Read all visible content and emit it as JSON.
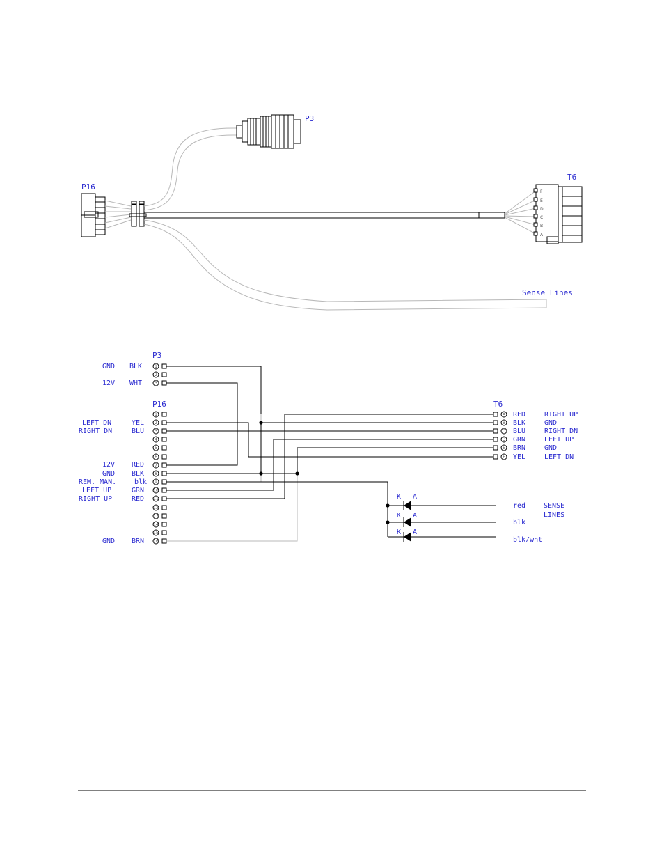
{
  "harness": {
    "connectors": {
      "p3": "P3",
      "p16": "P16",
      "t6": "T6"
    },
    "t6_pin_letters": [
      "F",
      "E",
      "D",
      "C",
      "B",
      "A"
    ],
    "sense_label": "Sense Lines"
  },
  "schematic": {
    "p3": {
      "label": "P3",
      "pins": [
        {
          "num": "1",
          "func": "GND",
          "color": "BLK"
        },
        {
          "num": "2",
          "func": "",
          "color": ""
        },
        {
          "num": "3",
          "func": "12V",
          "color": "WHT"
        }
      ]
    },
    "p16": {
      "label": "P16",
      "pins": [
        {
          "num": "1",
          "func": "",
          "color": ""
        },
        {
          "num": "2",
          "func": "LEFT DN",
          "color": "YEL"
        },
        {
          "num": "3",
          "func": "RIGHT DN",
          "color": "BLU"
        },
        {
          "num": "4",
          "func": "",
          "color": ""
        },
        {
          "num": "5",
          "func": "",
          "color": ""
        },
        {
          "num": "6",
          "func": "",
          "color": ""
        },
        {
          "num": "7",
          "func": "12V",
          "color": "RED"
        },
        {
          "num": "8",
          "func": "GND",
          "color": "BLK"
        },
        {
          "num": "9",
          "func": "REM. MAN.",
          "color": "blk"
        },
        {
          "num": "10",
          "func": "LEFT UP",
          "color": "GRN"
        },
        {
          "num": "11",
          "func": "RIGHT UP",
          "color": "RED"
        },
        {
          "num": "12",
          "func": "",
          "color": ""
        },
        {
          "num": "13",
          "func": "",
          "color": ""
        },
        {
          "num": "14",
          "func": "",
          "color": ""
        },
        {
          "num": "15",
          "func": "",
          "color": ""
        },
        {
          "num": "16",
          "func": "GND",
          "color": "BRN"
        }
      ]
    },
    "t6": {
      "label": "T6",
      "pins": [
        {
          "letter": "A",
          "color": "RED",
          "func": "RIGHT UP"
        },
        {
          "letter": "B",
          "color": "BLK",
          "func": "GND"
        },
        {
          "letter": "C",
          "color": "BLU",
          "func": "RIGHT DN"
        },
        {
          "letter": "D",
          "color": "GRN",
          "func": "LEFT UP"
        },
        {
          "letter": "E",
          "color": "BRN",
          "func": "GND"
        },
        {
          "letter": "F",
          "color": "YEL",
          "func": "LEFT DN"
        }
      ]
    },
    "diodes": {
      "k": "K",
      "a": "A",
      "wires": [
        "red",
        "blk",
        "blk/wht"
      ],
      "sense_label_1": "SENSE",
      "sense_label_2": "LINES"
    }
  }
}
